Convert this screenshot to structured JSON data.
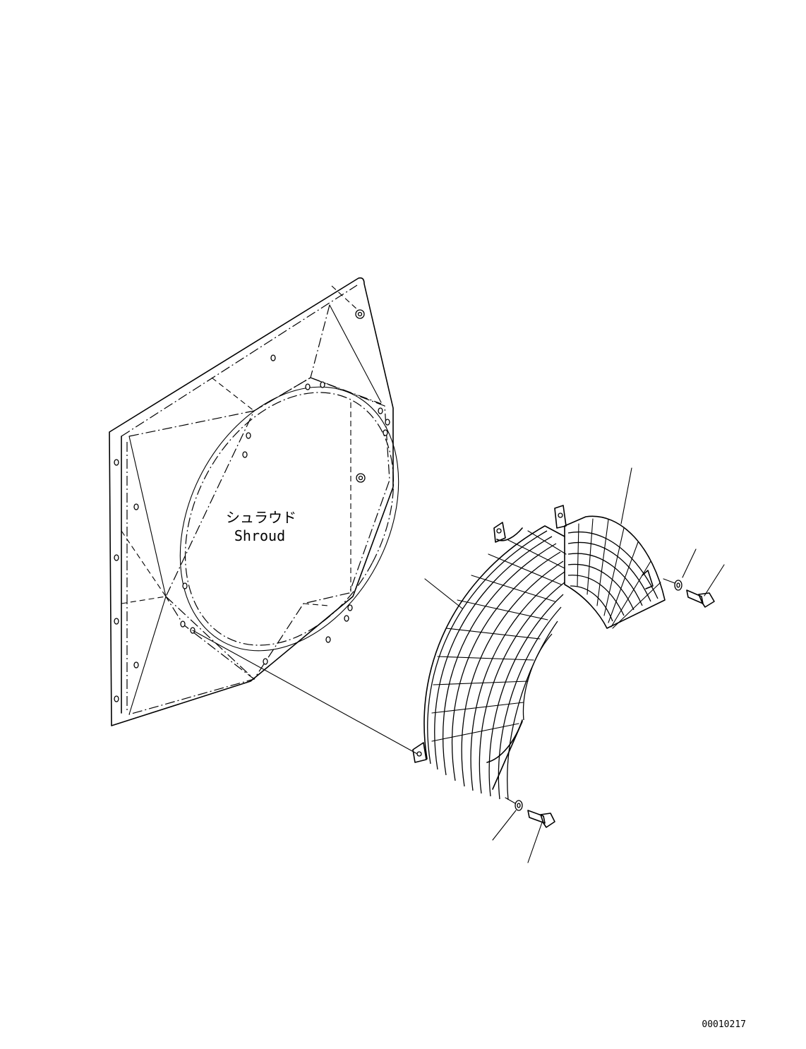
{
  "diagram": {
    "part_label_jp": "シュラウド",
    "part_label_en": "Shroud",
    "drawing_code": "00010217"
  }
}
